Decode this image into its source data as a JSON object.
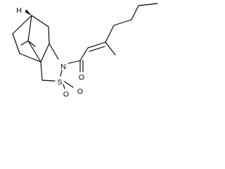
{
  "molecule": {
    "atoms": {
      "H": "H",
      "N": "N",
      "S": "S",
      "O_carbonyl": "O",
      "O_sulfonyl_1": "O",
      "O_sulfonyl_2": "O"
    }
  }
}
